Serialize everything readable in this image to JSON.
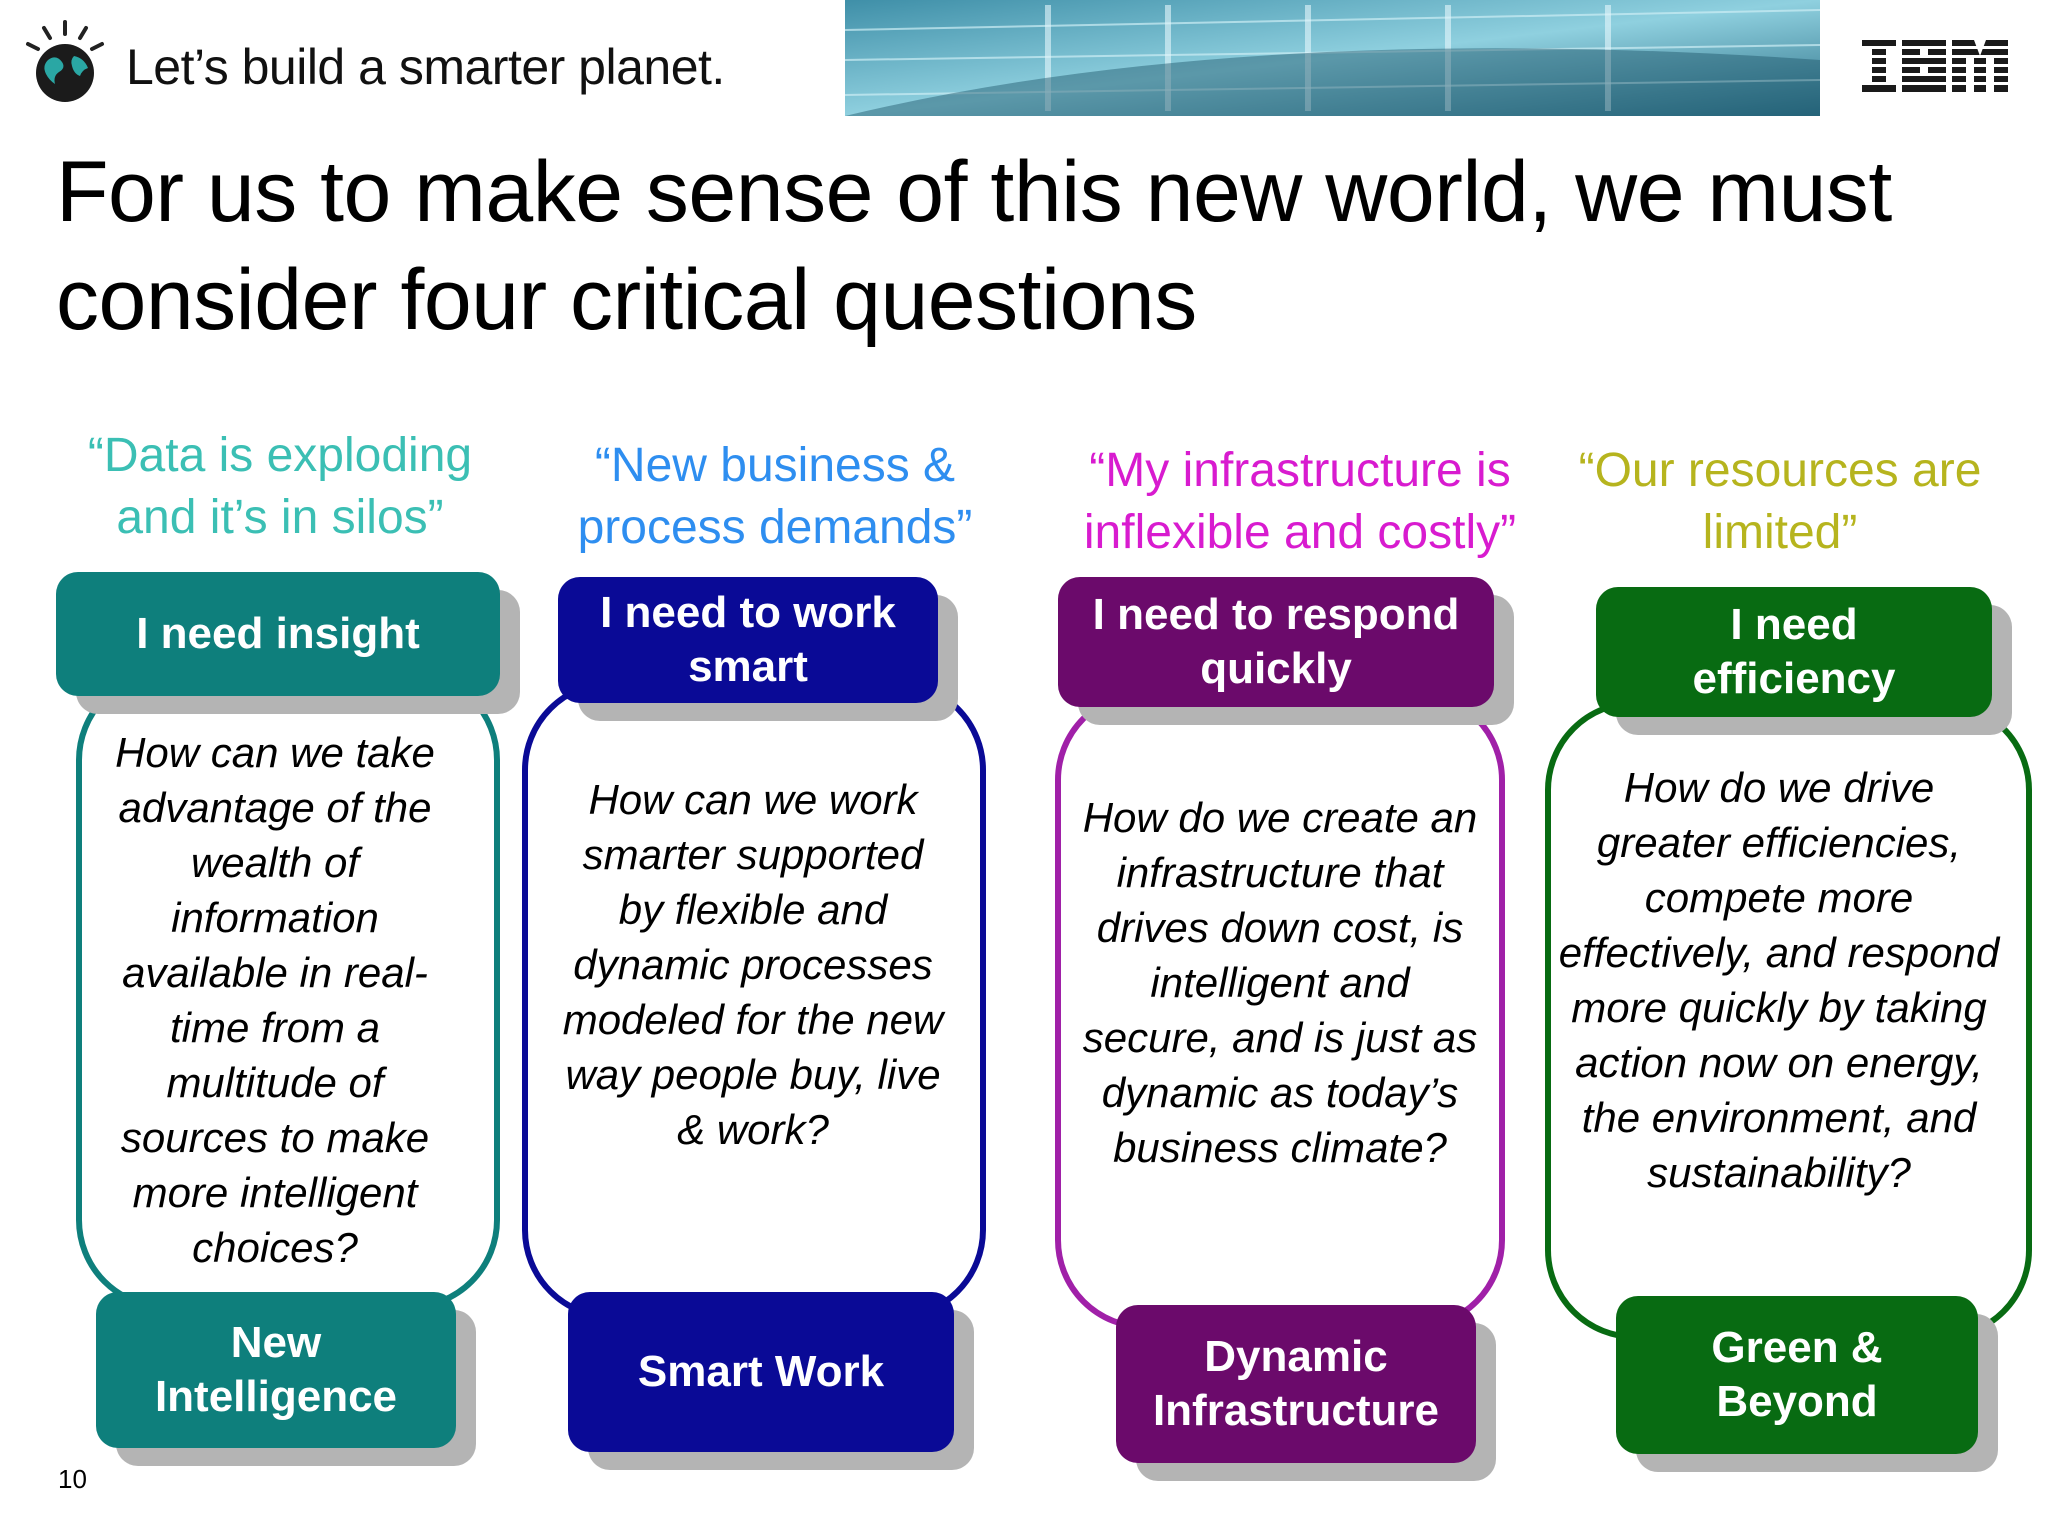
{
  "header": {
    "tagline": "Let’s build a smarter planet.",
    "brand_logo": "IBM"
  },
  "slide": {
    "title": "For us to make sense of this new world, we must consider four critical questions",
    "page_number": "10"
  },
  "columns": [
    {
      "quote": "“Data is exploding and it’s in silos”",
      "need": "I need insight",
      "question": "How can we take advantage of the wealth of information available in real-time from a multitude of sources to make more intelligent choices?",
      "solution": "New Intelligence",
      "color": "#0e7f7c",
      "quote_color": "#3bbfb4"
    },
    {
      "quote": "“New business & process demands”",
      "need": "I need to work smart",
      "question": "How can we work smarter supported by flexible and dynamic processes modeled for the new way people buy, live & work?",
      "solution": "Smart Work",
      "color": "#0a0a96",
      "quote_color": "#2e8ef0"
    },
    {
      "quote": "“My infrastructure is inflexible and costly”",
      "need": "I need to respond quickly",
      "question": "How do we create an infrastructure that drives down cost, is intelligent and secure, and is just as dynamic as today’s business climate?",
      "solution": "Dynamic Infrastructure",
      "color": "#6b0a6b",
      "quote_color": "#d81bcf"
    },
    {
      "quote": "“Our resources are limited”",
      "need": "I need efficiency",
      "question": "How do we drive greater efficiencies, compete more effectively, and respond more quickly by taking action now on energy, the environment, and sustainability?",
      "solution": "Green & Beyond",
      "color": "#086b12",
      "quote_color": "#b6b41e"
    }
  ]
}
